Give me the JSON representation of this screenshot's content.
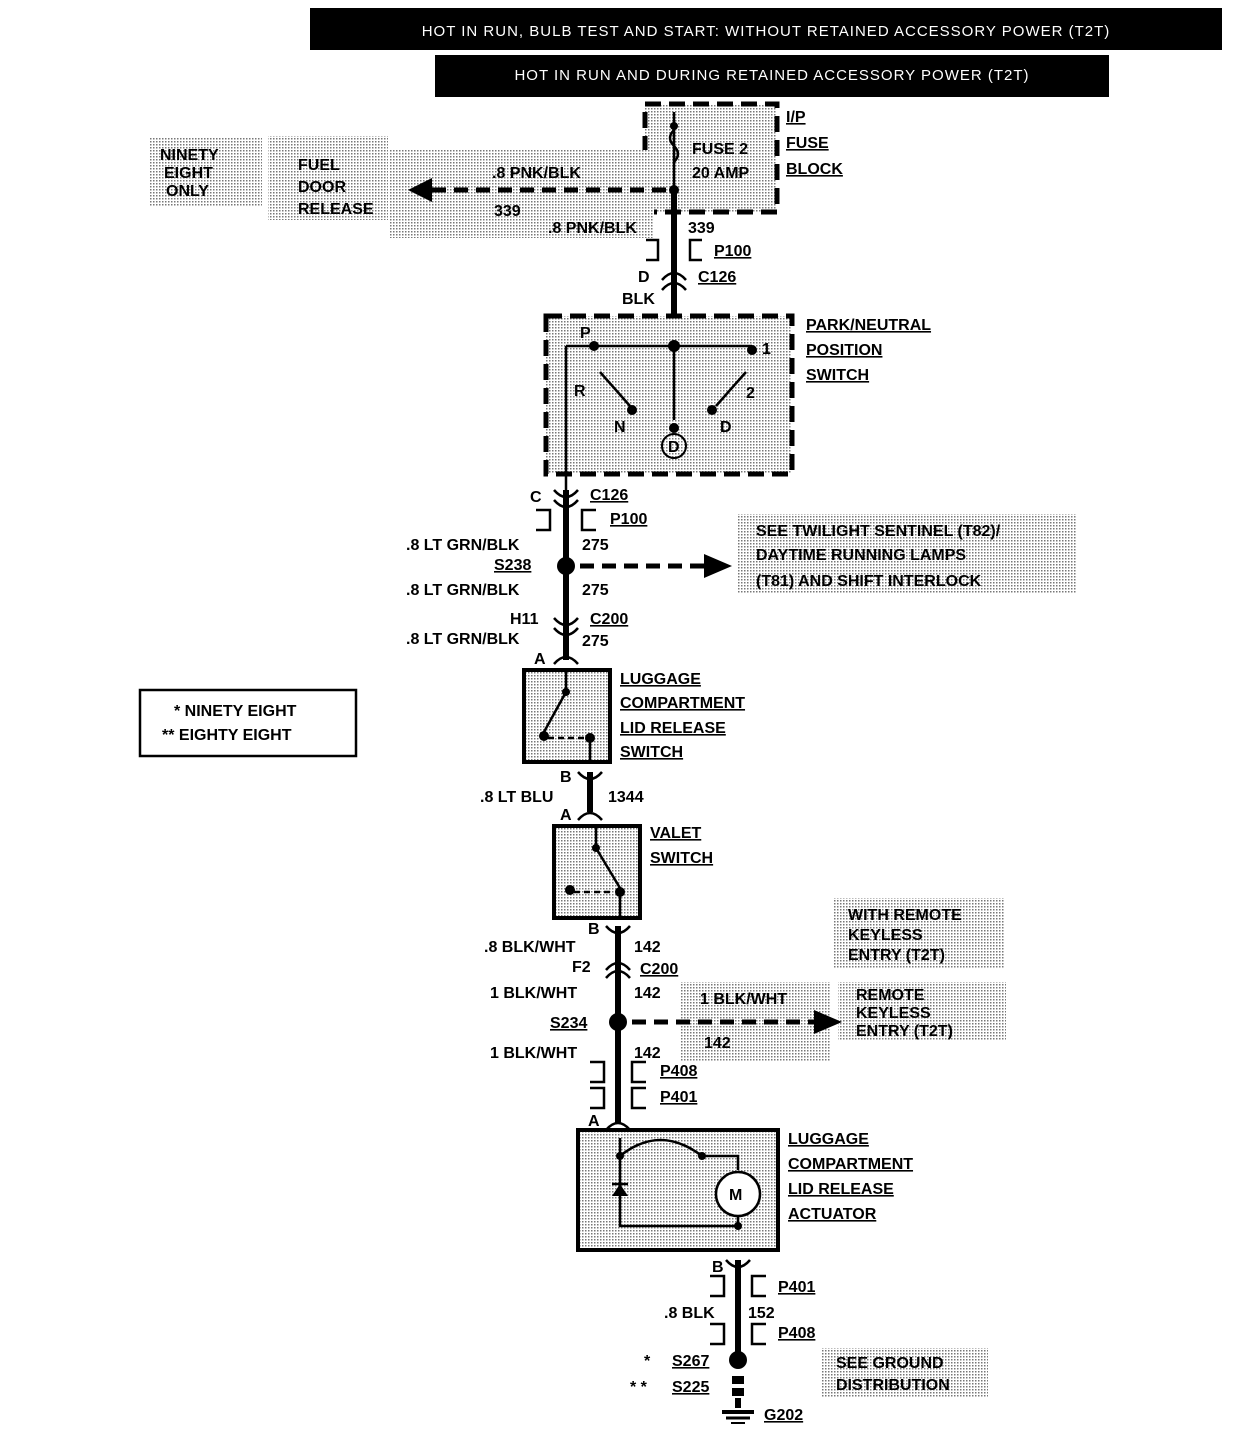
{
  "headers": {
    "top": "HOT IN RUN, BULB TEST AND START: WITHOUT RETAINED ACCESSORY POWER (T2T)",
    "second": "HOT IN RUN AND DURING RETAINED ACCESSORY POWER (T2T)"
  },
  "fuse_block": {
    "title_lines": [
      "I/P",
      "FUSE",
      "BLOCK"
    ],
    "fuse_name": "FUSE 2",
    "fuse_rating": "20 AMP"
  },
  "fuel_door": {
    "scope_lines": [
      "NINETY",
      "EIGHT",
      "ONLY"
    ],
    "label_lines": [
      "FUEL",
      "DOOR",
      "RELEASE"
    ],
    "wire": ".8 PNK/BLK",
    "circuit": "339"
  },
  "upper_wire": {
    "wire": ".8 PNK/BLK",
    "circuit": "339",
    "pass_through": "P100",
    "pin": "D",
    "connector": "C126",
    "color": "BLK"
  },
  "pn_switch": {
    "title_lines": [
      "PARK/NEUTRAL",
      "POSITION",
      "SWITCH"
    ],
    "positions": {
      "p": "P",
      "r": "R",
      "n": "N",
      "d": "D",
      "one": "1",
      "two": "2",
      "dcircle": "D"
    }
  },
  "lower_pn": {
    "pin": "C",
    "connector": "C126",
    "pass_through": "P100",
    "wire1": ".8 LT GRN/BLK",
    "circuit1": "275",
    "splice": "S238",
    "wire2": ".8 LT GRN/BLK",
    "circuit2": "275",
    "pin2": "H11",
    "connector2": "C200",
    "wire3": ".8 LT GRN/BLK",
    "circuit3": "275",
    "pin_a": "A"
  },
  "twilight_note_lines": [
    "SEE TWILIGHT SENTINEL (T82)/",
    "DAYTIME RUNNING LAMPS",
    "(T81) AND SHIFT INTERLOCK"
  ],
  "legend": {
    "line1": "* NINETY EIGHT",
    "line2": "** EIGHTY EIGHT"
  },
  "lcl_switch": {
    "title_lines": [
      "LUGGAGE",
      "COMPARTMENT",
      "LID RELEASE",
      "SWITCH"
    ],
    "pin_b": "B",
    "wire": ".8 LT BLU",
    "circuit": "1344",
    "pin_a": "A"
  },
  "valet": {
    "title_lines": [
      "VALET",
      "SWITCH"
    ],
    "pin_b": "B",
    "wire": ".8 BLK/WHT",
    "circuit": "142",
    "pin_f2": "F2",
    "connector": "C200",
    "wire2": "1 BLK/WHT",
    "circuit2": "142"
  },
  "rke": {
    "note_lines": [
      "WITH REMOTE",
      "KEYLESS",
      "ENTRY (T2T)"
    ],
    "splice": "S234",
    "wire": "1 BLK/WHT",
    "circuit": "142",
    "dest_lines": [
      "REMOTE",
      "KEYLESS",
      "ENTRY (T2T)"
    ],
    "wire_down": "1 BLK/WHT",
    "circuit_down": "142",
    "p1": "P408",
    "p2": "P401",
    "pin_a": "A"
  },
  "actuator": {
    "title_lines": [
      "LUGGAGE",
      "COMPARTMENT",
      "LID RELEASE",
      "ACTUATOR"
    ],
    "motor": "M"
  },
  "ground": {
    "pin_b": "B",
    "p1": "P401",
    "wire": ".8 BLK",
    "circuit": "152",
    "p2": "P408",
    "star1": "*",
    "splice1": "S267",
    "star2": "* *",
    "splice2": "S225",
    "ground": "G202",
    "note_lines": [
      "SEE GROUND",
      "DISTRIBUTION"
    ]
  }
}
